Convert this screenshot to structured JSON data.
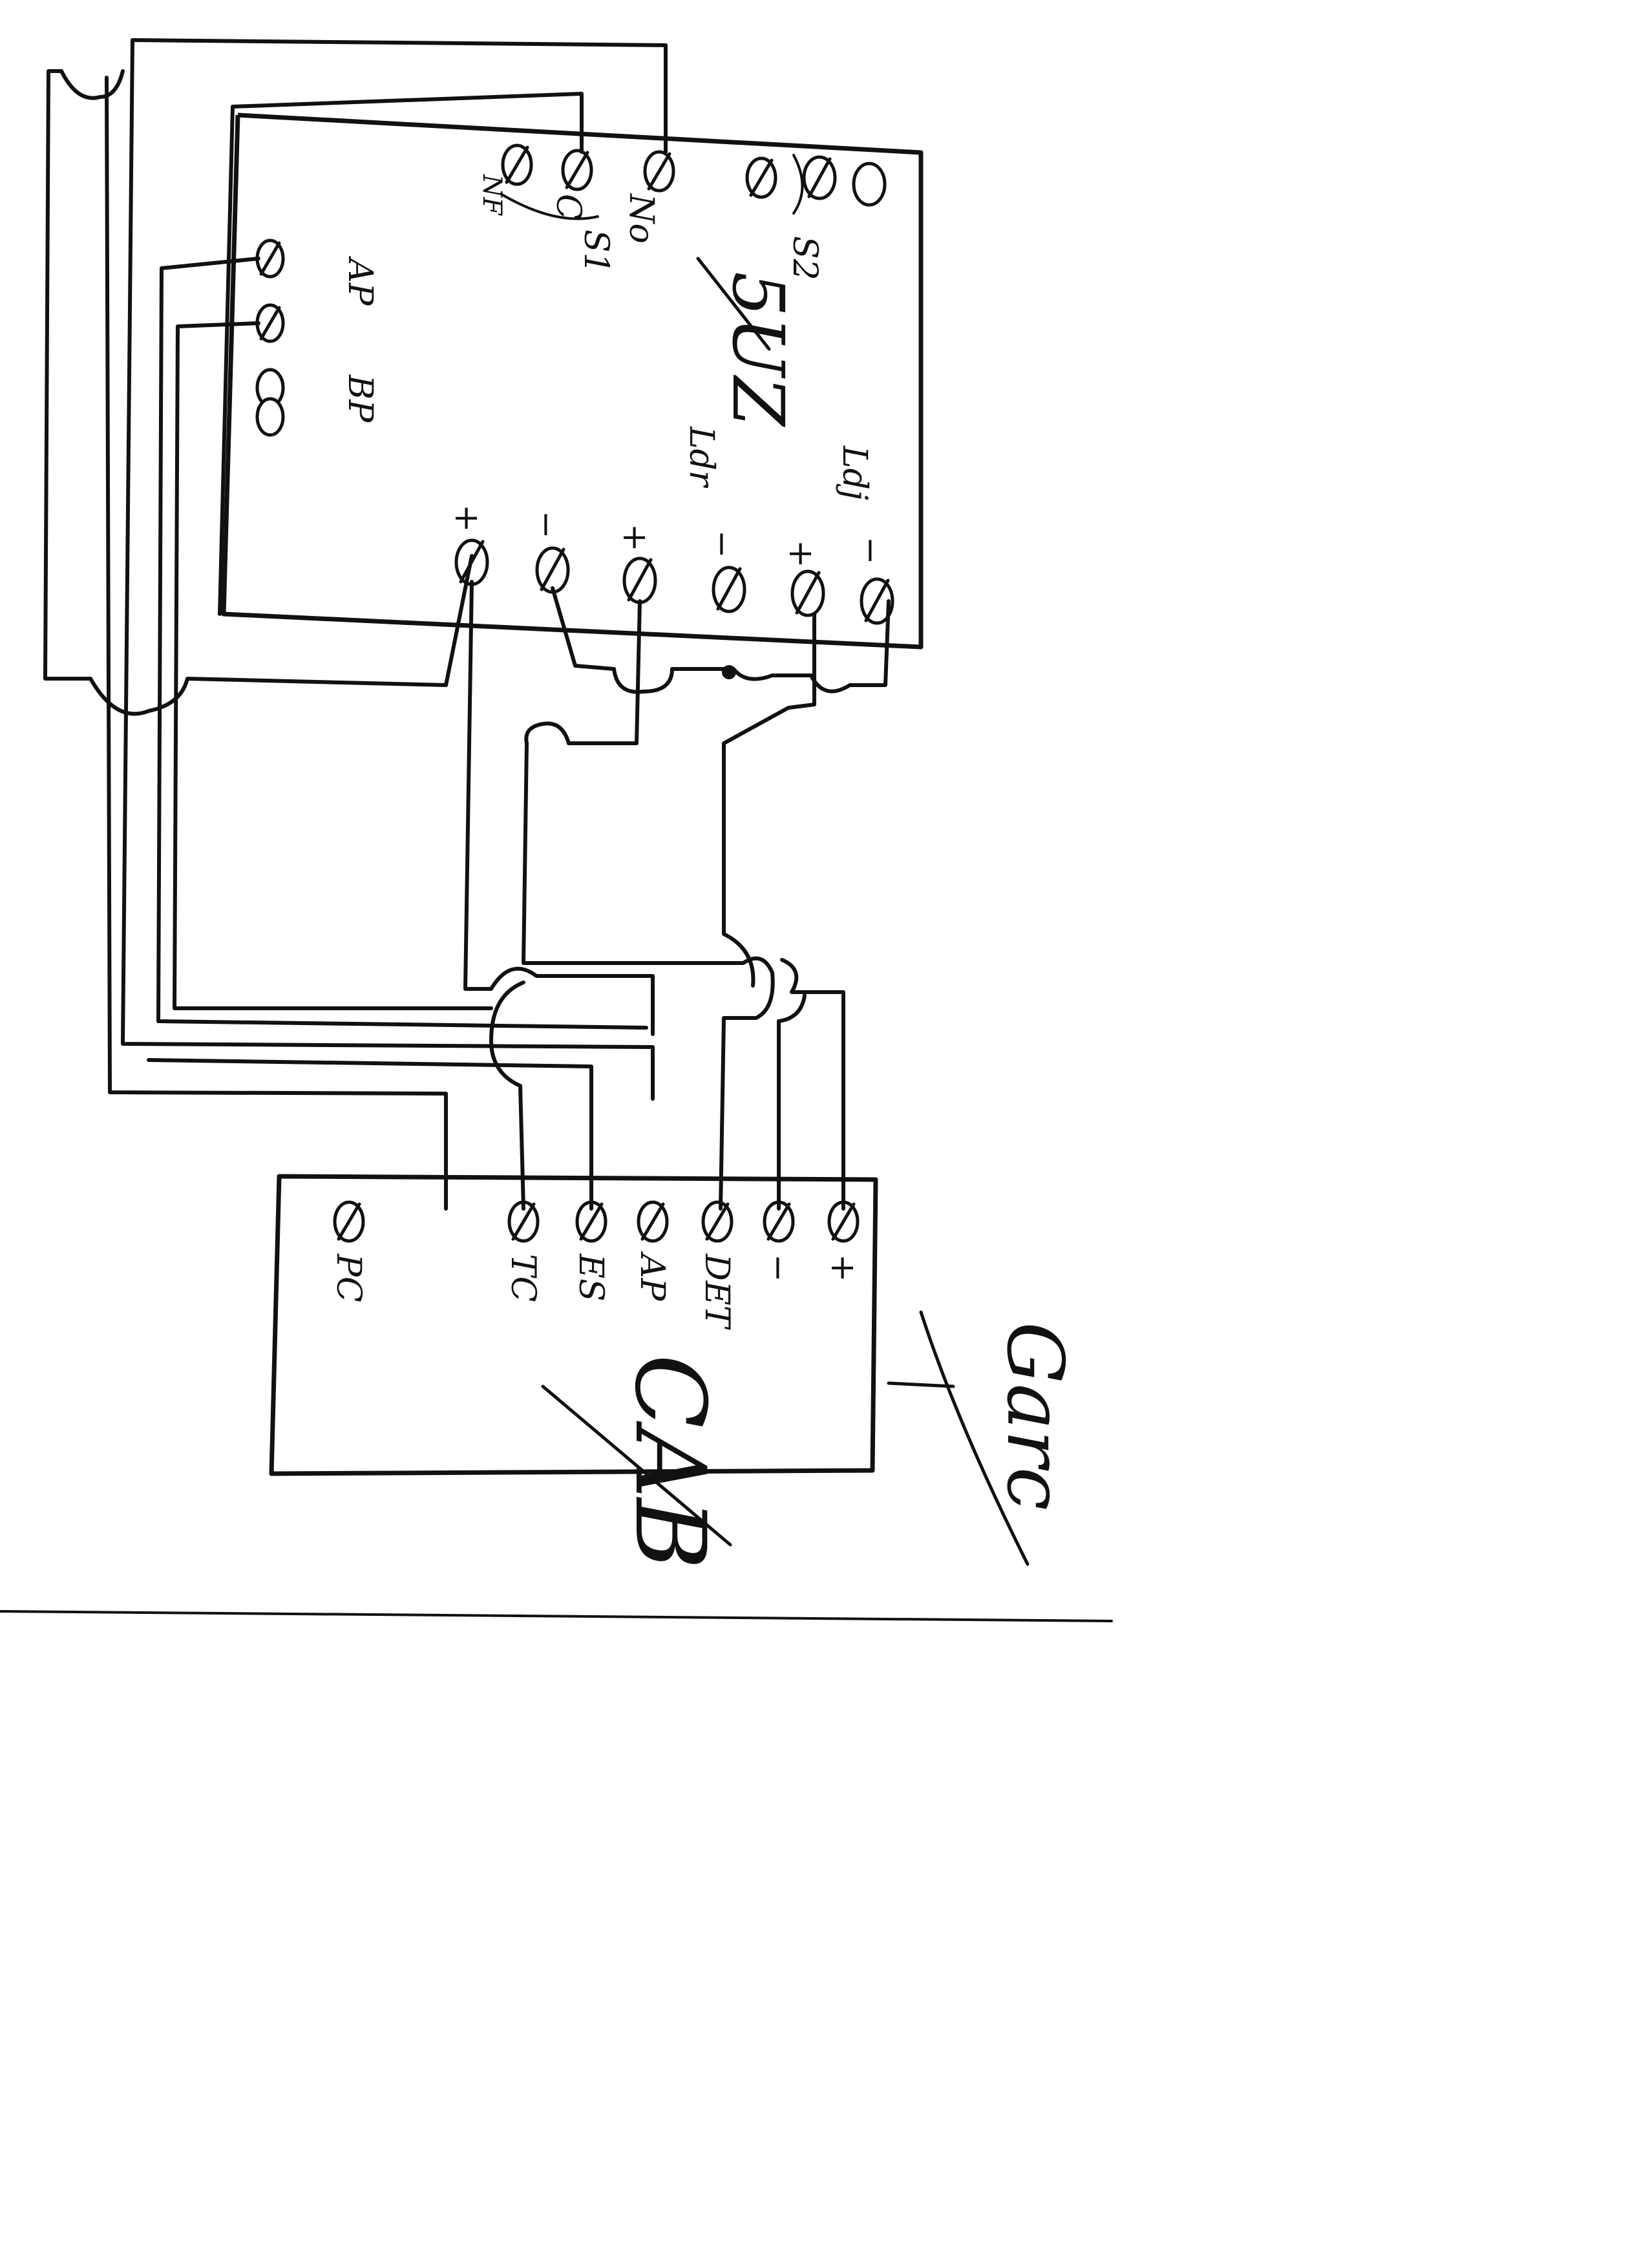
{
  "module_top": {
    "title": "5UZ",
    "labels": {
      "no": "No",
      "c": "C",
      "nf": "NF",
      "s1_a": "S1",
      "s2": "S2",
      "ap": "AP",
      "bp": "BP",
      "ldj": "Ldj",
      "ldr": "Ldr",
      "plus_a": "+",
      "minus_a": "−",
      "plus_b": "+",
      "minus_b": "−",
      "plus_c": "+",
      "minus_c": "−"
    }
  },
  "module_bottom": {
    "title": "CAB",
    "terminals": [
      "+",
      "−",
      "DET",
      "AP",
      "ES",
      "TC",
      "PC"
    ]
  },
  "corner_note": "Garc"
}
